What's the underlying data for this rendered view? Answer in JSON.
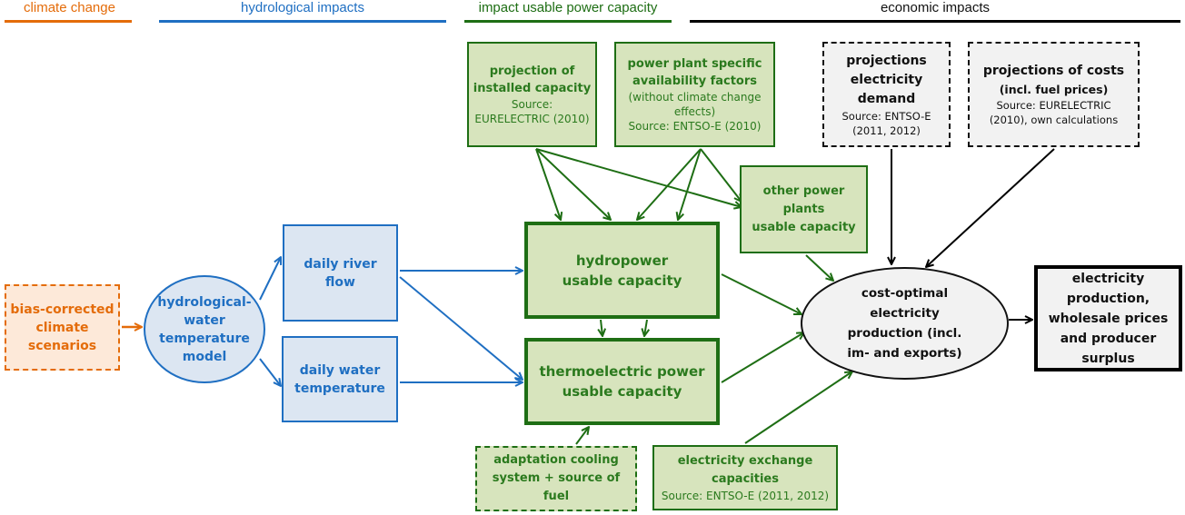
{
  "colors": {
    "orange": "#e46c0a",
    "orange_fill": "#fde9d9",
    "blue": "#1f6fc2",
    "blue_fill": "#dce6f2",
    "green": "#1e6e14",
    "green_text": "#2b7a1e",
    "green_fill": "#d7e4bd",
    "black": "#000000",
    "gray_fill": "#f2f2f2"
  },
  "headers": {
    "climate": "climate change",
    "hydro": "hydrological impacts",
    "power": "impact usable power capacity",
    "econ": "economic impacts"
  },
  "nodes": {
    "bias": {
      "lines": [
        "bias-corrected",
        "climate",
        "scenarios"
      ]
    },
    "hydro_model": {
      "lines": [
        "hydrological-",
        "water",
        "temperature",
        "model"
      ]
    },
    "river_flow": {
      "lines": [
        "daily river",
        "flow"
      ]
    },
    "water_temp": {
      "lines": [
        "daily water",
        "temperature"
      ]
    },
    "installed": {
      "title": [
        "projection of",
        "installed capacity"
      ],
      "source": [
        "Source:",
        "EURELECTRIC (2010)"
      ]
    },
    "availability": {
      "title": [
        "power plant specific",
        "availability factors"
      ],
      "source": [
        "(without climate change",
        "effects)",
        "Source: ENTSO-E (2010)"
      ]
    },
    "hydropower": {
      "lines": [
        "hydropower",
        "usable capacity"
      ]
    },
    "thermo": {
      "lines": [
        "thermoelectric power",
        "usable capacity"
      ]
    },
    "other": {
      "lines": [
        "other power",
        "plants",
        "usable capacity"
      ]
    },
    "adaptation": {
      "lines": [
        "adaptation cooling",
        "system + source of",
        "fuel"
      ]
    },
    "exchange": {
      "title": [
        "electricity exchange",
        "capacities"
      ],
      "source": [
        "Source: ENTSO-E (2011, 2012)"
      ]
    },
    "demand": {
      "title": [
        "projections",
        "electricity",
        "demand"
      ],
      "source": [
        "Source: ENTSO-E",
        "(2011, 2012)"
      ]
    },
    "costs": {
      "title": [
        "projections of costs",
        "(incl. fuel prices)"
      ],
      "source": [
        "Source: EURELECTRIC",
        "(2010), own calculations"
      ]
    },
    "optimal": {
      "lines": [
        "cost-optimal",
        "electricity",
        "production  (incl.",
        "im- and exports)"
      ]
    },
    "output": {
      "lines": [
        "electricity",
        "production,",
        "wholesale prices",
        "and producer",
        "surplus"
      ]
    }
  },
  "edges": [
    {
      "from": "bias",
      "to": "hydro_model"
    },
    {
      "from": "hydro_model",
      "to": "river_flow"
    },
    {
      "from": "hydro_model",
      "to": "water_temp"
    },
    {
      "from": "river_flow",
      "to": "hydropower"
    },
    {
      "from": "river_flow",
      "to": "thermo"
    },
    {
      "from": "water_temp",
      "to": "thermo"
    },
    {
      "from": "installed",
      "to": "hydropower"
    },
    {
      "from": "installed",
      "to": "thermo"
    },
    {
      "from": "installed",
      "to": "other"
    },
    {
      "from": "availability",
      "to": "hydropower"
    },
    {
      "from": "availability",
      "to": "thermo"
    },
    {
      "from": "availability",
      "to": "other"
    },
    {
      "from": "hydropower",
      "to": "thermo"
    },
    {
      "from": "hydropower",
      "to": "optimal"
    },
    {
      "from": "thermo",
      "to": "optimal"
    },
    {
      "from": "other",
      "to": "optimal"
    },
    {
      "from": "adaptation",
      "to": "thermo"
    },
    {
      "from": "exchange",
      "to": "optimal"
    },
    {
      "from": "demand",
      "to": "optimal"
    },
    {
      "from": "costs",
      "to": "optimal"
    },
    {
      "from": "optimal",
      "to": "output"
    }
  ]
}
